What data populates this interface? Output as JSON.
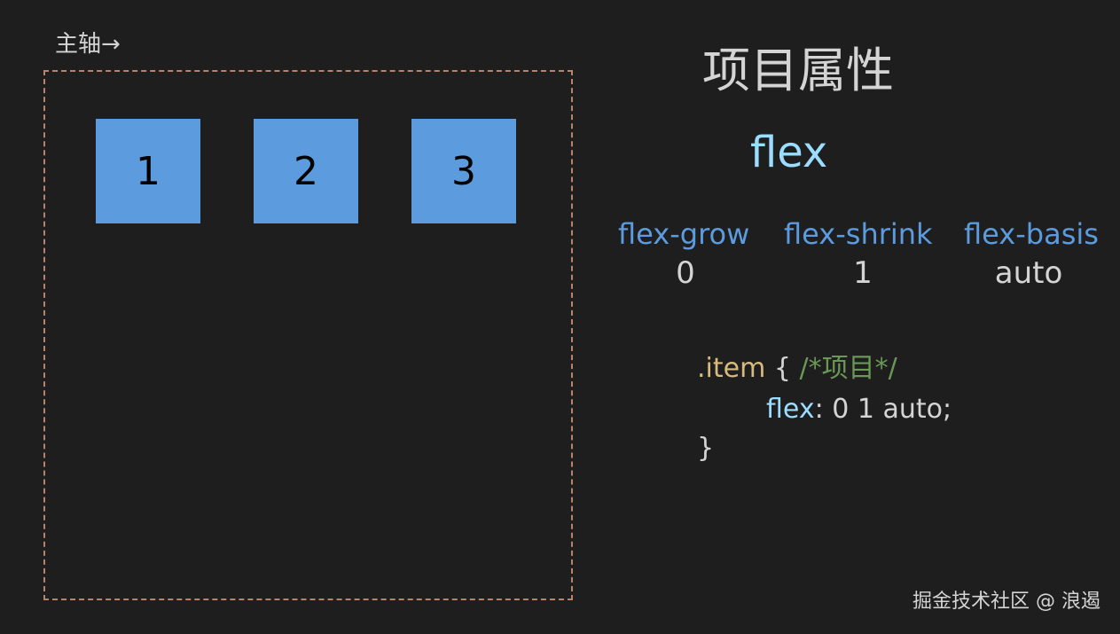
{
  "axis_label": "主轴→",
  "items": [
    "1",
    "2",
    "3"
  ],
  "title": "项目属性",
  "shorthand": "flex",
  "properties": [
    {
      "name": "flex-grow",
      "value": "0"
    },
    {
      "name": "flex-shrink",
      "value": "1"
    },
    {
      "name": "flex-basis",
      "value": "auto"
    }
  ],
  "code": {
    "selector": ".item",
    "open_brace": " { ",
    "comment": "/*项目*/",
    "property": "flex",
    "value_text": ": 0 1 auto;",
    "close_brace": "}"
  },
  "watermark": "掘金技术社区 @ 浪遏",
  "colors": {
    "background": "#1e1e1e",
    "item_box": "#5b9bde",
    "container_border": "#b9826a",
    "property_name": "#5b9bde",
    "shorthand": "#9cdcfe",
    "selector": "#d7ba7d",
    "comment": "#6a9955"
  }
}
